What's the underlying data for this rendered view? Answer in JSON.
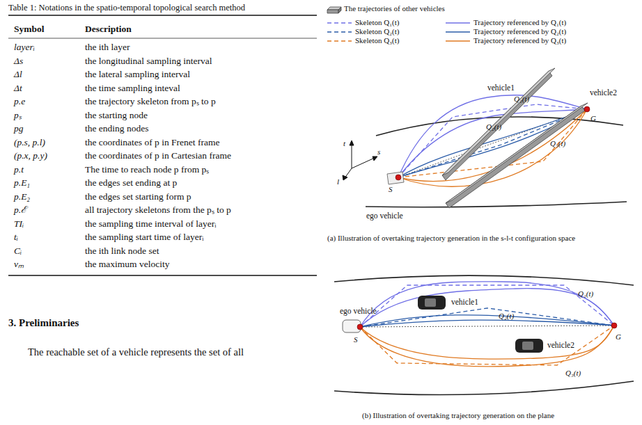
{
  "diagram": {
    "labels": [
      "Table 1: Notations in the spatio-temporal topological search method",
      "Symbol",
      "Description",
      "layerᵢ",
      "the ith layer",
      "Δs",
      "the longitudinal sampling interval",
      "Δl",
      "the lateral sampling interval",
      "Δt",
      "the time sampling inteval",
      "p.e",
      "the trajectory skeleton from pₛ to p",
      "pₛ",
      "the starting node",
      "pg",
      "the ending nodes",
      "(p.s, p.l)",
      "the coordinates of p in Frenet frame",
      "(p.x, p.y)",
      "the coordinates of p in Cartesian frame",
      "p.t",
      "The time to reach node p from pₛ",
      "p.E₁",
      "the edges set ending at p",
      "p.E₂",
      "the edges set starting form p",
      "p.ℰ",
      "all trajectory skeletons from the pₛ to p",
      "TIᵢ",
      "the sampling time interval of layerᵢ",
      "tᵢ",
      "the sampling start time of layerᵢ",
      "Cᵢ",
      "the ith link node set",
      "vₘ",
      "the maximum velocity",
      "3. Preliminaries",
      "The reachable set of a vehicle represents the set of all",
      "vehicle1",
      "vehicle2",
      "Q₁(t)",
      "Q₂(t)",
      "Q₃(t)",
      "G",
      "S",
      "t",
      "s",
      "l",
      "ego vehicle",
      "(a) Illustration of overtaking trajectory generation in the s-l-t configuration space",
      "vehicle1",
      "Q₁(t)",
      "Q₂(t)",
      "vehicle2",
      "ego vehicle",
      "S",
      "G",
      "Q₃(t)",
      "(b) Illustration of overtaking trajectory generation on the plane"
    ],
    "legend": [
      {
        "text": "The trajectories of other vehicles"
      },
      {
        "text": "Skeleton Q₁(t)"
      },
      {
        "text": "Skeleton Q₂(t)"
      },
      {
        "text": "Skeleton Q₃(t)"
      },
      {
        "text": "Trajectory referenced by Q₁(t)"
      },
      {
        "text": "Trajectory referenced by Q₂(t)"
      },
      {
        "text": "Trajectory referenced by Q₃(t)"
      }
    ]
  }
}
